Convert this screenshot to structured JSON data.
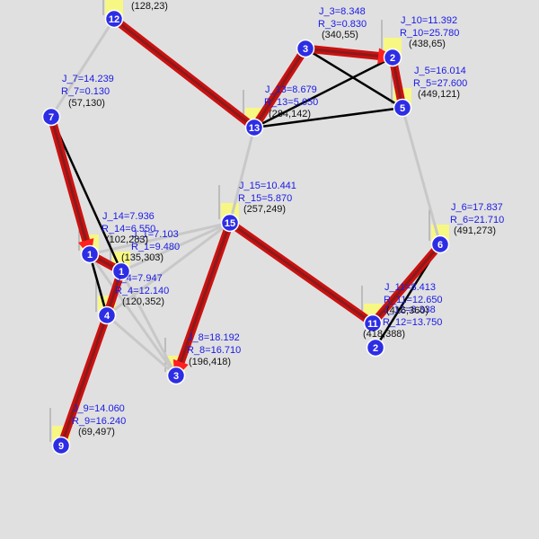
{
  "colors": {
    "background": "#e0e0e0",
    "node": "#2d2de6",
    "node_label": "#ffffff",
    "edge_plain": "#c8c8c8",
    "edge_black": "#000000",
    "route_outer": "#cc1111",
    "route_inner": "#8b1a1a",
    "arrow": "#ff2020",
    "highlight": "#ffff66",
    "text_jr": "#1a1ae6",
    "text_coord": "#111111"
  },
  "nodes": [
    {
      "id": "1",
      "j": "J_1=7.103",
      "r": "R_1=9.480",
      "coord": "(135,303)"
    },
    {
      "id": "1",
      "j": "J_14=7.936",
      "r": "R_14=6.550",
      "coord": "(102,283)"
    },
    {
      "id": "2",
      "j": "J_12=8.338",
      "r": "R_12=13.750",
      "coord": "(418,388)"
    },
    {
      "id": "2",
      "j": "J_10=11.392",
      "r": "R_10=25.780",
      "coord": "(438,65)"
    },
    {
      "id": "3",
      "j": "J_3=8.348",
      "r": "R_3=0.830",
      "coord": "(340,55)"
    },
    {
      "id": "3",
      "j": "J_8=18.192",
      "r": "R_8=16.710",
      "coord": "(196,418)"
    },
    {
      "id": "4",
      "j": "J_4=7.947",
      "r": "R_4=12.140",
      "coord": "(120,352)"
    },
    {
      "id": "5",
      "j": "J_5=16.014",
      "r": "R_5=27.600",
      "coord": "(449,121)"
    },
    {
      "id": "6",
      "j": "J_6=17.837",
      "r": "R_6=21.710",
      "coord": "(491,273)"
    },
    {
      "id": "7",
      "j": "J_7=14.239",
      "r": "R_7=0.130",
      "coord": "(57,130)"
    },
    {
      "id": "9",
      "j": "J_9=14.060",
      "r": "R_9=16.240",
      "coord": "(69,497)"
    },
    {
      "id": "11",
      "j": "J_11=8.413",
      "r": "R_11=12.650",
      "coord": "(416,360)"
    },
    {
      "id": "12",
      "j": "",
      "r": "",
      "coord": "(128,23)"
    },
    {
      "id": "13",
      "j": "J_13=8.679",
      "r": "R_13=5.650",
      "coord": "(284,142)"
    },
    {
      "id": "15",
      "j": "J_15=10.441",
      "r": "R_15=5.870",
      "coord": "(257,249)"
    }
  ],
  "edges": {
    "plain": [
      [
        "12",
        "7"
      ],
      [
        "5",
        "6"
      ],
      [
        "15",
        "13"
      ],
      [
        "1a",
        "15"
      ],
      [
        "1b",
        "15"
      ],
      [
        "4",
        "15"
      ],
      [
        "3b",
        "15"
      ],
      [
        "1a",
        "3b"
      ],
      [
        "1b",
        "3b"
      ],
      [
        "4",
        "3b"
      ],
      [
        "1a",
        "4"
      ]
    ],
    "black": [
      [
        "3a",
        "5"
      ],
      [
        "13",
        "5"
      ],
      [
        "13",
        "2a"
      ],
      [
        "7",
        "1b"
      ],
      [
        "1a",
        "4"
      ],
      [
        "2b",
        "6"
      ]
    ],
    "route": [
      [
        "12",
        "13"
      ],
      [
        "13",
        "3a"
      ],
      [
        "3a",
        "2a"
      ],
      [
        "2a",
        "5"
      ],
      [
        "7",
        "1a"
      ],
      [
        "1a",
        "1b"
      ],
      [
        "9",
        "4"
      ],
      [
        "4",
        "1b"
      ],
      [
        "15",
        "3b"
      ],
      [
        "15",
        "11"
      ],
      [
        "11",
        "6"
      ]
    ]
  },
  "arrows": [
    {
      "at": "1a",
      "from": "7"
    },
    {
      "at": "2a",
      "from": "3a"
    },
    {
      "at": "3b",
      "from": "15"
    }
  ]
}
